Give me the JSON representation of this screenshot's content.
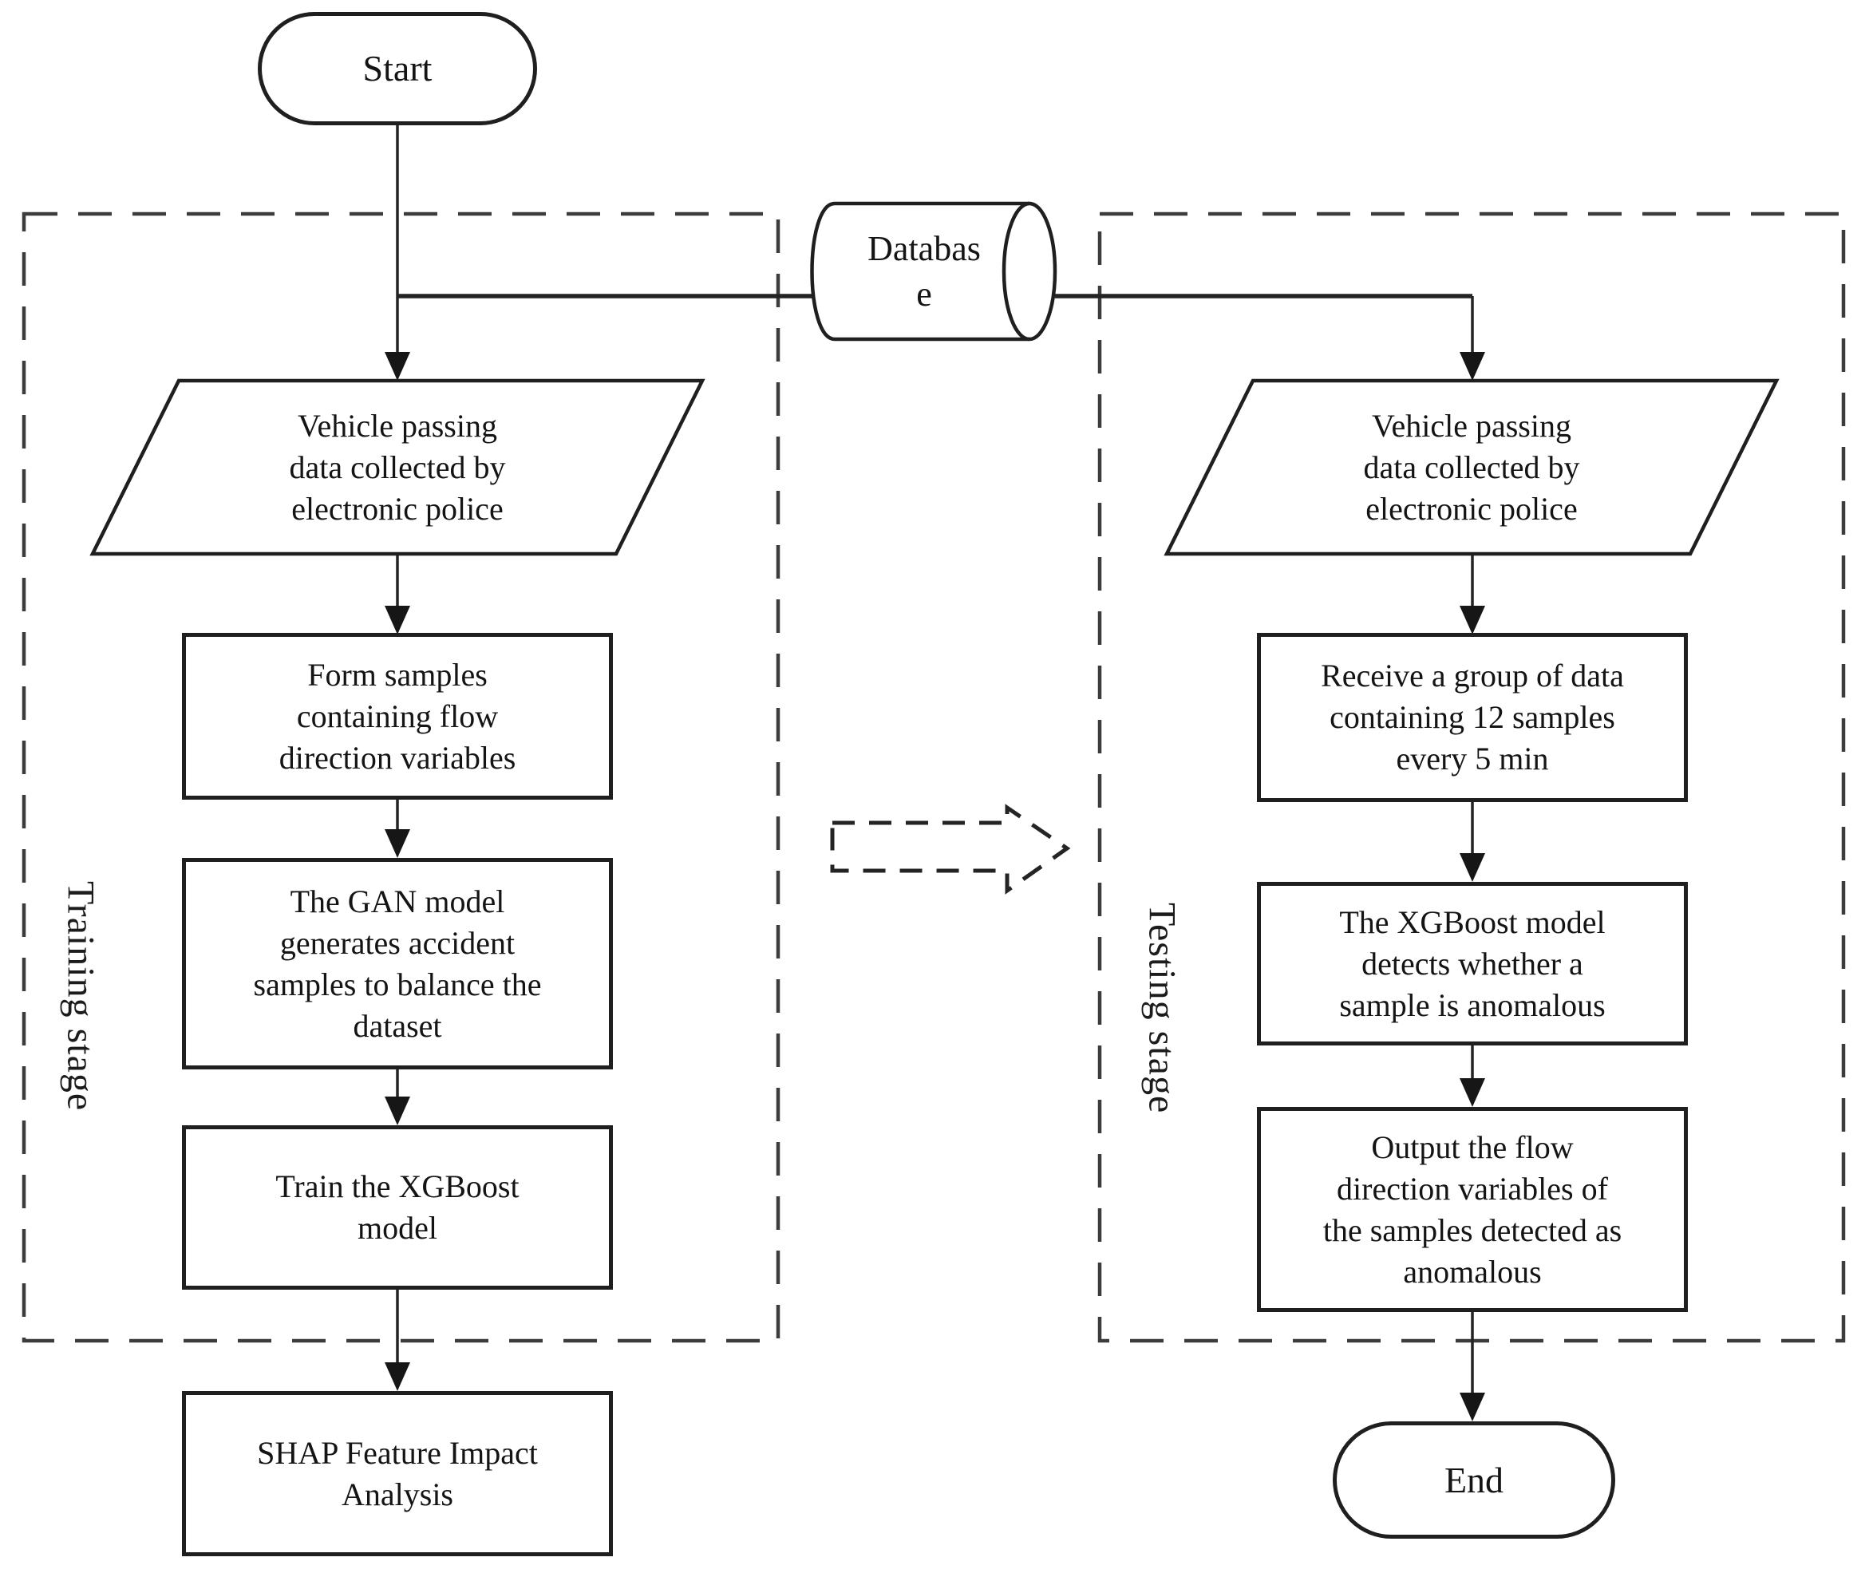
{
  "figure": {
    "type": "flowchart",
    "background": "#ffffff",
    "line_color": "#1f1f1f",
    "dash_color": "#3c3c3c"
  },
  "stages": {
    "training": "Training stage",
    "testing": "Testing stage"
  },
  "nodes": {
    "start": "Start",
    "database": [
      "Databas",
      "e"
    ],
    "training_input": [
      "Vehicle passing",
      "data collected by",
      "electronic police"
    ],
    "form_samples": [
      "Form samples",
      "containing flow",
      "direction variables"
    ],
    "gan": [
      "The GAN model",
      "generates accident",
      "samples to balance the",
      "dataset"
    ],
    "train_xgboost": [
      "Train the XGBoost",
      "model"
    ],
    "shap": [
      "SHAP Feature Impact",
      "Analysis"
    ],
    "testing_input": [
      "Vehicle passing",
      "data collected by",
      "electronic police"
    ],
    "receive": [
      "Receive a group of data",
      "containing 12 samples",
      "every 5 min"
    ],
    "detect": [
      "The XGBoost model",
      "detects whether a",
      "sample is anomalous"
    ],
    "output": [
      "Output the flow",
      "direction variables of",
      "the samples detected as",
      "anomalous"
    ],
    "end": "End"
  }
}
